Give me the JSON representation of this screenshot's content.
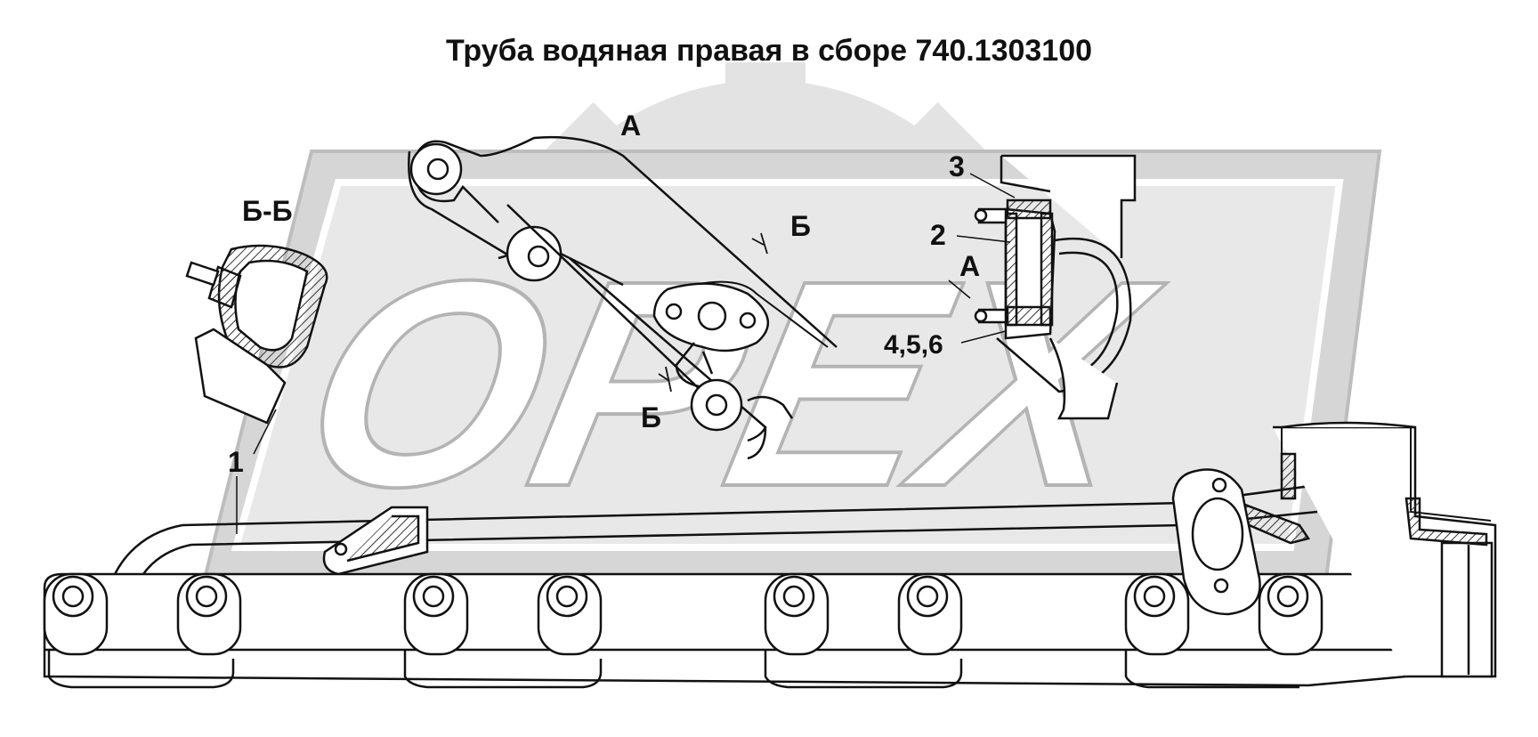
{
  "title": "Труба водяная правая в сборе 740.1303100",
  "watermark": {
    "text": "OPEX",
    "fill": "#dcdcdc",
    "stroke": "#b4b4b4",
    "gear_color": "#e3e3e3"
  },
  "labels": {
    "view_a": "А",
    "section_bb": "Б-Б",
    "section_mark_b": "Б",
    "callout_1": "1",
    "callout_2": "2",
    "callout_3": "3",
    "callout_456": "4,5,6"
  },
  "colors": {
    "line": "#111111",
    "hatch": "#333333",
    "paper": "#ffffff"
  }
}
